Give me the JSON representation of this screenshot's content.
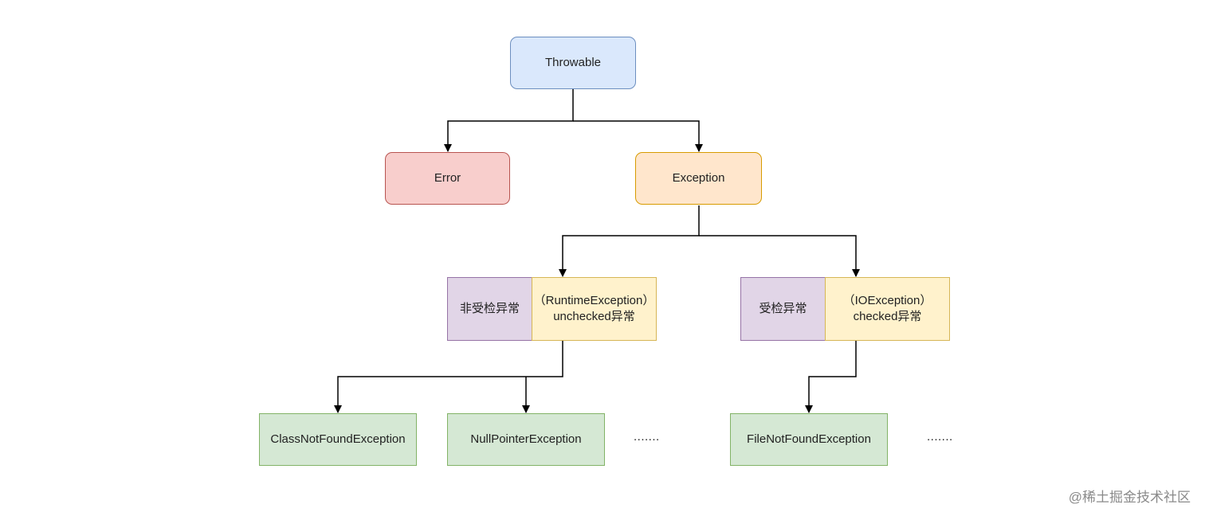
{
  "diagram": {
    "nodes": {
      "throwable": "Throwable",
      "error": "Error",
      "exception": "Exception",
      "unchecked_label": "非受检异常",
      "unchecked_line1": "（RuntimeException）",
      "unchecked_line2": "unchecked异常",
      "checked_label": "受检异常",
      "checked_line1": "（IOException）",
      "checked_line2": "checked异常",
      "class_not_found": "ClassNotFoundException",
      "null_pointer": "NullPointerException",
      "file_not_found": "FileNotFoundException"
    },
    "ellipsis_left": ".......",
    "ellipsis_right": ".......",
    "edges": [
      [
        "throwable",
        "error"
      ],
      [
        "throwable",
        "exception"
      ],
      [
        "exception",
        "unchecked"
      ],
      [
        "exception",
        "checked"
      ],
      [
        "unchecked",
        "class_not_found"
      ],
      [
        "unchecked",
        "null_pointer"
      ],
      [
        "checked",
        "file_not_found"
      ]
    ],
    "colors": {
      "throwable": "#dae8fc",
      "error": "#f8cecc",
      "exception": "#ffe6cc",
      "label": "#e1d5e7",
      "category": "#fff2cc",
      "leaf": "#d5e8d4"
    }
  },
  "watermark": "@稀土掘金技术社区"
}
